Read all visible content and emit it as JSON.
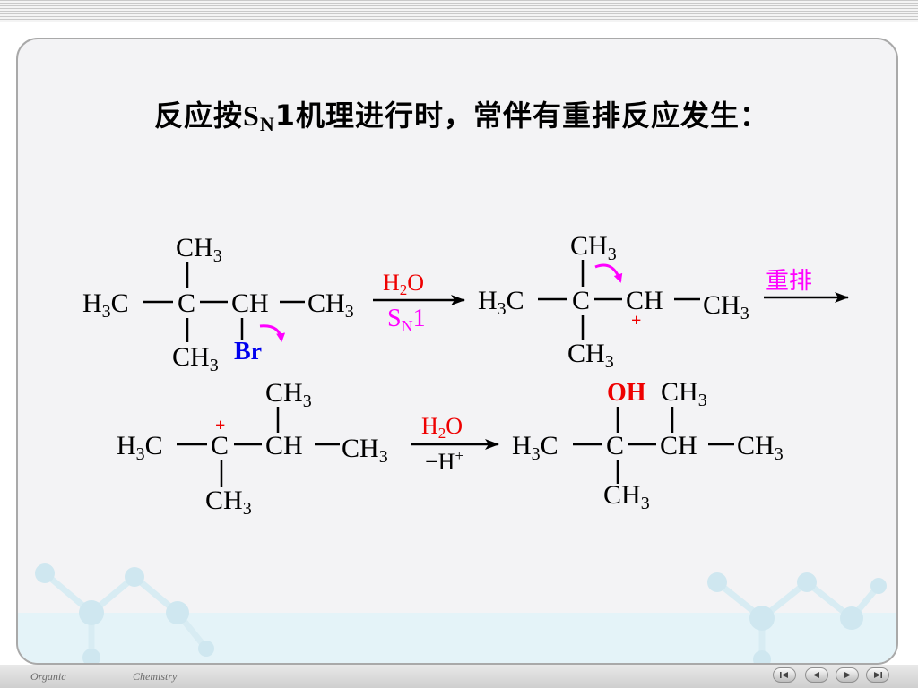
{
  "heading": {
    "prefix": "反应按",
    "sn": "S",
    "sn_sub": "N",
    "suffix": "1机理进行时，常伴有重排反应发生："
  },
  "atoms": {
    "ch3": "CH",
    "h3c": "H",
    "h3c_tail": "C",
    "three": "3",
    "c": "C",
    "ch": "CH",
    "br": "Br",
    "oh": "OH",
    "plus": "+"
  },
  "arrows": {
    "step1_top_h": "H",
    "step1_top_sub": "2",
    "step1_top_o": "O",
    "step1_bottom_s": "S",
    "step1_bottom_sub": "N",
    "step1_bottom_one": "1",
    "step2_top": "重排",
    "step3_top_h": "H",
    "step3_top_sub": "2",
    "step3_top_o": "O",
    "step3_bottom": "−H",
    "step3_bottom_sup": "+"
  },
  "footer": {
    "left": "Organic",
    "right": "Chemistry"
  },
  "icons": [
    "first-slide-icon",
    "previous-slide-icon",
    "next-slide-icon",
    "last-slide-icon"
  ],
  "colors": {
    "bond": "#000000",
    "bromine": "#0000ee",
    "reagent": "#ee0000",
    "mechanism": "#ff00ff",
    "charge": "#ee0000"
  }
}
